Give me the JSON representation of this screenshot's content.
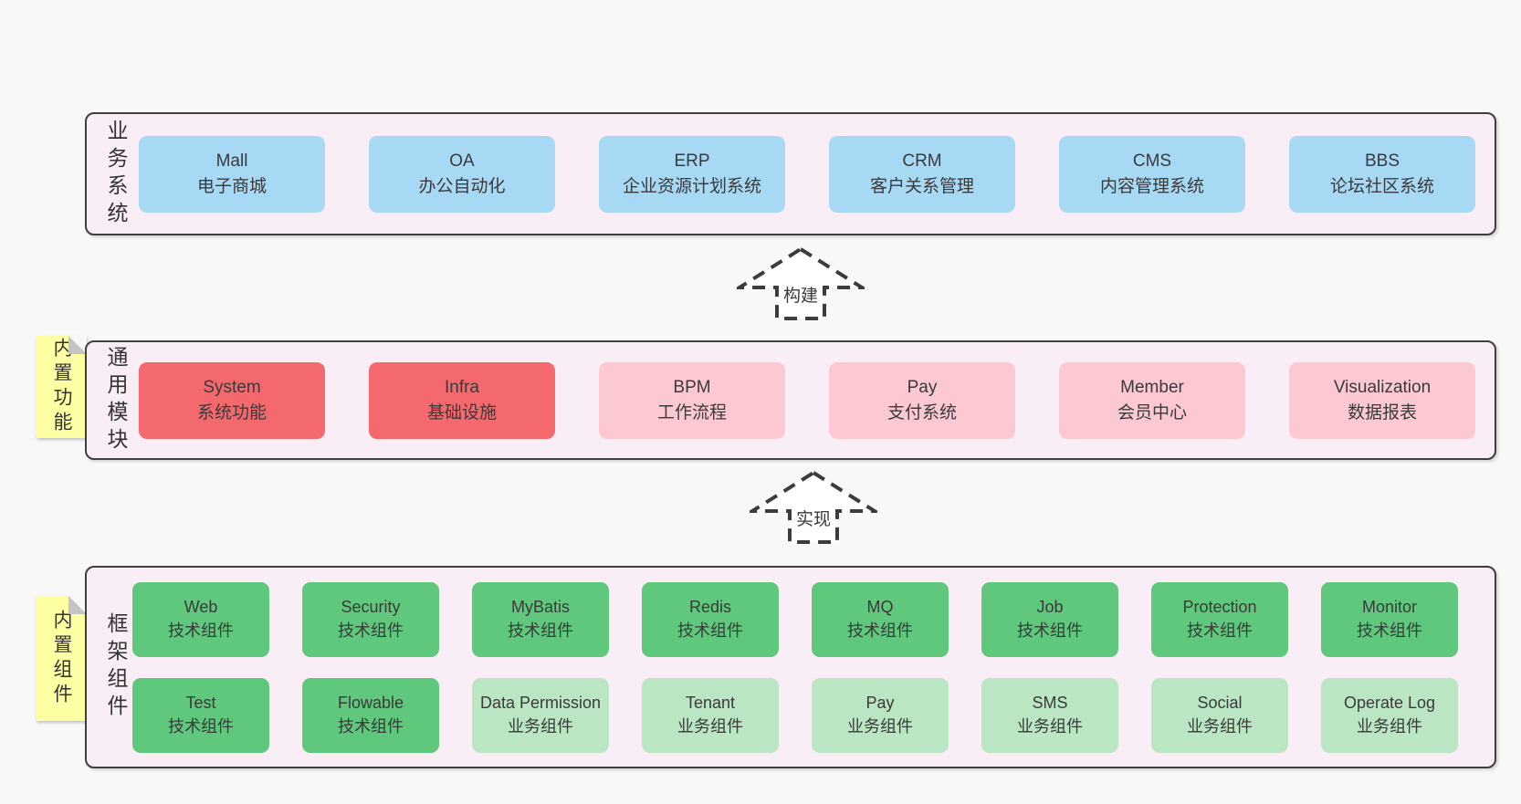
{
  "page": {
    "background": "#f8f8f8"
  },
  "colors": {
    "band_fill": "#f9edf6",
    "band_border": "#3f3f3f",
    "blue_box": "#a8d9f4",
    "red_box": "#f4696d",
    "pink_box": "#fcc9d3",
    "green_dark_box": "#5fc87d",
    "green_light_box": "#bae6c4",
    "sticky_note": "#feffa3",
    "text": "#3a3a3a"
  },
  "arrows": [
    {
      "label": "构建"
    },
    {
      "label": "实现"
    }
  ],
  "bands": [
    {
      "label": "业务系统",
      "rows": [
        {
          "items": [
            {
              "title": "Mall",
              "subtitle": "电子商城",
              "variant": "blue"
            },
            {
              "title": "OA",
              "subtitle": "办公自动化",
              "variant": "blue"
            },
            {
              "title": "ERP",
              "subtitle": "企业资源计划系统",
              "variant": "blue"
            },
            {
              "title": "CRM",
              "subtitle": "客户关系管理",
              "variant": "blue"
            },
            {
              "title": "CMS",
              "subtitle": "内容管理系统",
              "variant": "blue"
            },
            {
              "title": "BBS",
              "subtitle": "论坛社区系统",
              "variant": "blue"
            }
          ]
        }
      ]
    },
    {
      "label": "通用模块",
      "sticky": "内置功能",
      "rows": [
        {
          "items": [
            {
              "title": "System",
              "subtitle": "系统功能",
              "variant": "red"
            },
            {
              "title": "Infra",
              "subtitle": "基础设施",
              "variant": "red"
            },
            {
              "title": "BPM",
              "subtitle": "工作流程",
              "variant": "pink"
            },
            {
              "title": "Pay",
              "subtitle": "支付系统",
              "variant": "pink"
            },
            {
              "title": "Member",
              "subtitle": "会员中心",
              "variant": "pink"
            },
            {
              "title": "Visualization",
              "subtitle": "数据报表",
              "variant": "pink"
            }
          ]
        }
      ]
    },
    {
      "label": "框架组件",
      "sticky": "内置组件",
      "rows": [
        {
          "items": [
            {
              "title": "Web",
              "subtitle": "技术组件",
              "variant": "green-dark"
            },
            {
              "title": "Security",
              "subtitle": "技术组件",
              "variant": "green-dark"
            },
            {
              "title": "MyBatis",
              "subtitle": "技术组件",
              "variant": "green-dark"
            },
            {
              "title": "Redis",
              "subtitle": "技术组件",
              "variant": "green-dark"
            },
            {
              "title": "MQ",
              "subtitle": "技术组件",
              "variant": "green-dark"
            },
            {
              "title": "Job",
              "subtitle": "技术组件",
              "variant": "green-dark"
            },
            {
              "title": "Protection",
              "subtitle": "技术组件",
              "variant": "green-dark"
            },
            {
              "title": "Monitor",
              "subtitle": "技术组件",
              "variant": "green-dark"
            }
          ]
        },
        {
          "items": [
            {
              "title": "Test",
              "subtitle": "技术组件",
              "variant": "green-dark"
            },
            {
              "title": "Flowable",
              "subtitle": "技术组件",
              "variant": "green-dark"
            },
            {
              "title": "Data Permission",
              "subtitle": "业务组件",
              "variant": "green-light"
            },
            {
              "title": "Tenant",
              "subtitle": "业务组件",
              "variant": "green-light"
            },
            {
              "title": "Pay",
              "subtitle": "业务组件",
              "variant": "green-light"
            },
            {
              "title": "SMS",
              "subtitle": "业务组件",
              "variant": "green-light"
            },
            {
              "title": "Social",
              "subtitle": "业务组件",
              "variant": "green-light"
            },
            {
              "title": "Operate Log",
              "subtitle": "业务组件",
              "variant": "green-light"
            }
          ]
        }
      ]
    }
  ]
}
